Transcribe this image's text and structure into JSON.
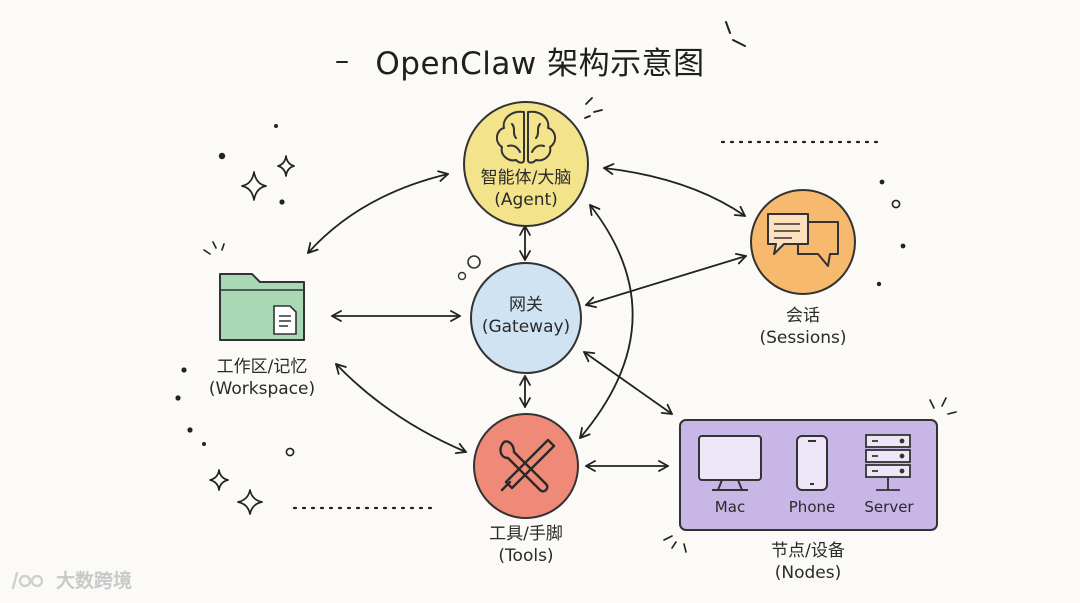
{
  "title": "OpenClaw 架构示意图",
  "nodes": {
    "agent": {
      "name": "智能体/大脑",
      "sub": "(Agent)"
    },
    "gateway": {
      "name": "网关",
      "sub": "(Gateway)"
    },
    "tools": {
      "name": "工具/手脚",
      "sub": "(Tools)"
    },
    "workspace": {
      "name": "工作区/记忆",
      "sub": "(Workspace)"
    },
    "sessions": {
      "name": "会话",
      "sub": "(Sessions)"
    },
    "devices": {
      "name": "节点/设备",
      "sub": "(Nodes)",
      "items": [
        "Mac",
        "Phone",
        "Server"
      ]
    }
  },
  "watermark": "大数跨境",
  "colors": {
    "agent": "#f3e38a",
    "gateway": "#cfe3f2",
    "tools": "#f08a78",
    "workspace": "#a8d8b4",
    "sessions": "#f7b96e",
    "devices": "#c7b6e6"
  },
  "icons": {
    "agent": "brain-icon",
    "tools": "wrench-screwdriver-icon",
    "workspace": "folder-document-icon",
    "sessions": "chat-bubbles-icon",
    "mac": "monitor-icon",
    "phone": "phone-icon",
    "server": "server-rack-icon"
  }
}
